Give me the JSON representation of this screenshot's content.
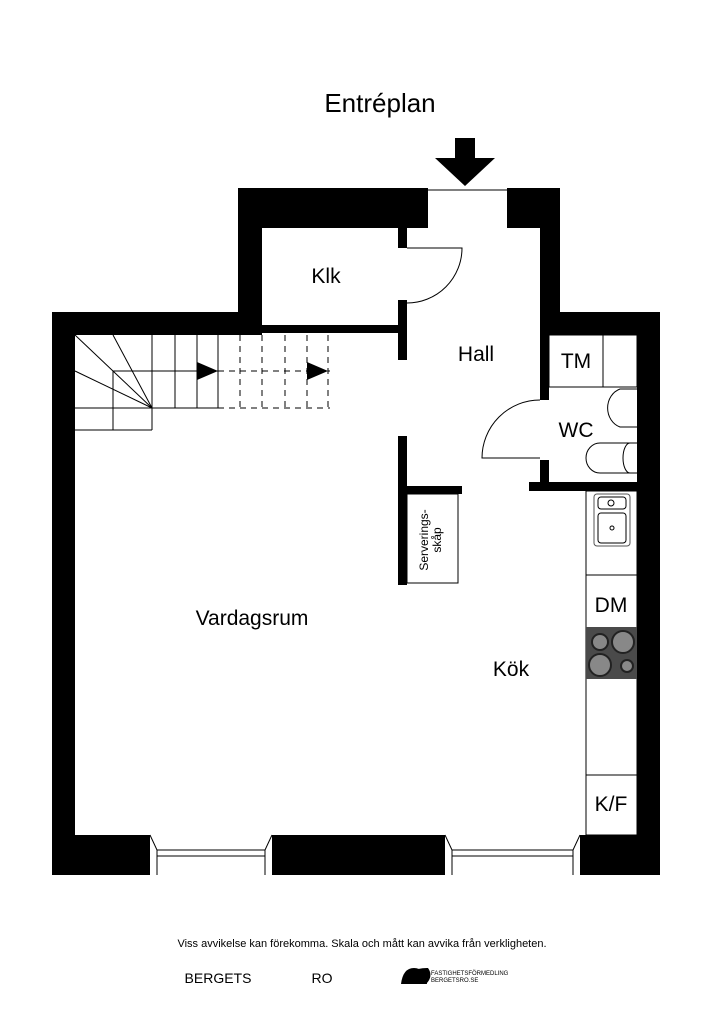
{
  "title": "Entréplan",
  "rooms": {
    "klk": "Klk",
    "hall": "Hall",
    "tm": "TM",
    "wc": "WC",
    "vardagsrum": "Vardagsrum",
    "kok": "Kök",
    "dm": "DM",
    "kf": "K/F",
    "servering_line1": "Serverings-",
    "servering_line2": "skåp"
  },
  "footer": {
    "disclaimer": "Viss avvikelse kan förekomma. Skala och mått kan avvika från verkligheten.",
    "logo_left": "BERGETS",
    "logo_mid": "RO",
    "logo_right_line1": "FASTIGHETSFÖRMEDLING",
    "logo_right_line2": "BERGETSRO.SE"
  },
  "colors": {
    "wall": "#000000",
    "stove": "#4a4a4a"
  }
}
